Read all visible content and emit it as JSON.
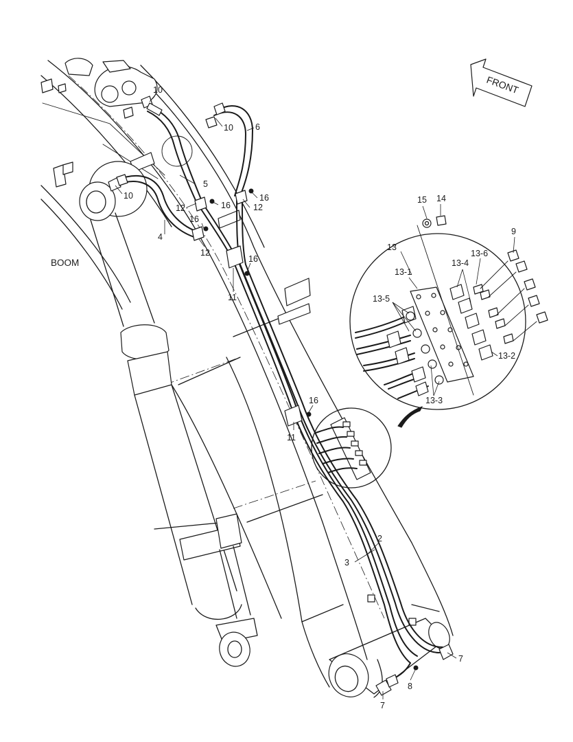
{
  "diagram": {
    "component_label": "BOOM",
    "direction_label": "FRONT",
    "callouts": {
      "c2": "2",
      "c3": "3",
      "c4": "4",
      "c5": "5",
      "c6": "6",
      "c7a": "7",
      "c7b": "7",
      "c8": "8",
      "c9": "9",
      "c10a": "10",
      "c10b": "10",
      "c10c": "10",
      "c11a": "11",
      "c11b": "11",
      "c12a": "12",
      "c12b": "12",
      "c12c": "12",
      "c13": "13",
      "c13_1": "13-1",
      "c13_2": "13-2",
      "c13_3": "13-3",
      "c13_4": "13-4",
      "c13_5": "13-5",
      "c13_6": "13-6",
      "c14": "14",
      "c15": "15",
      "c16a": "16",
      "c16b": "16",
      "c16c": "16",
      "c16d": "16",
      "c16e": "16"
    }
  }
}
